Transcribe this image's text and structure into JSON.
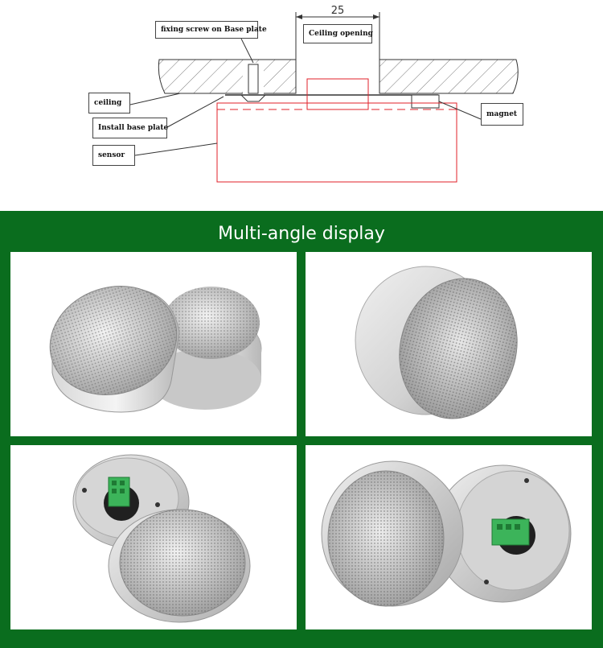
{
  "diagram": {
    "dimension_value": "25",
    "labels": {
      "fixing_screw": "fixing screw on Base plate",
      "ceiling_opening": "Ceiling opening",
      "ceiling": "ceiling",
      "install_base_plate": "Install base plate",
      "sensor": "sensor",
      "magnet": "magnet"
    },
    "colors": {
      "outline_red": "#e0202a",
      "hatch": "#666666"
    }
  },
  "panel": {
    "title": "Multi-angle display",
    "background": "#0a6d1e",
    "photos": [
      {
        "name": "photo-two-sensors-front",
        "content": "two aluminium sensors with perforated grille, front view"
      },
      {
        "name": "photo-single-sensor-angle",
        "content": "single sensor, angled view"
      },
      {
        "name": "photo-sensor-back-with-terminal",
        "content": "sensor back with green terminal block and second sensor front"
      },
      {
        "name": "photo-sensor-front-and-back",
        "content": "sensor front and sensor back with green terminal block"
      }
    ]
  }
}
